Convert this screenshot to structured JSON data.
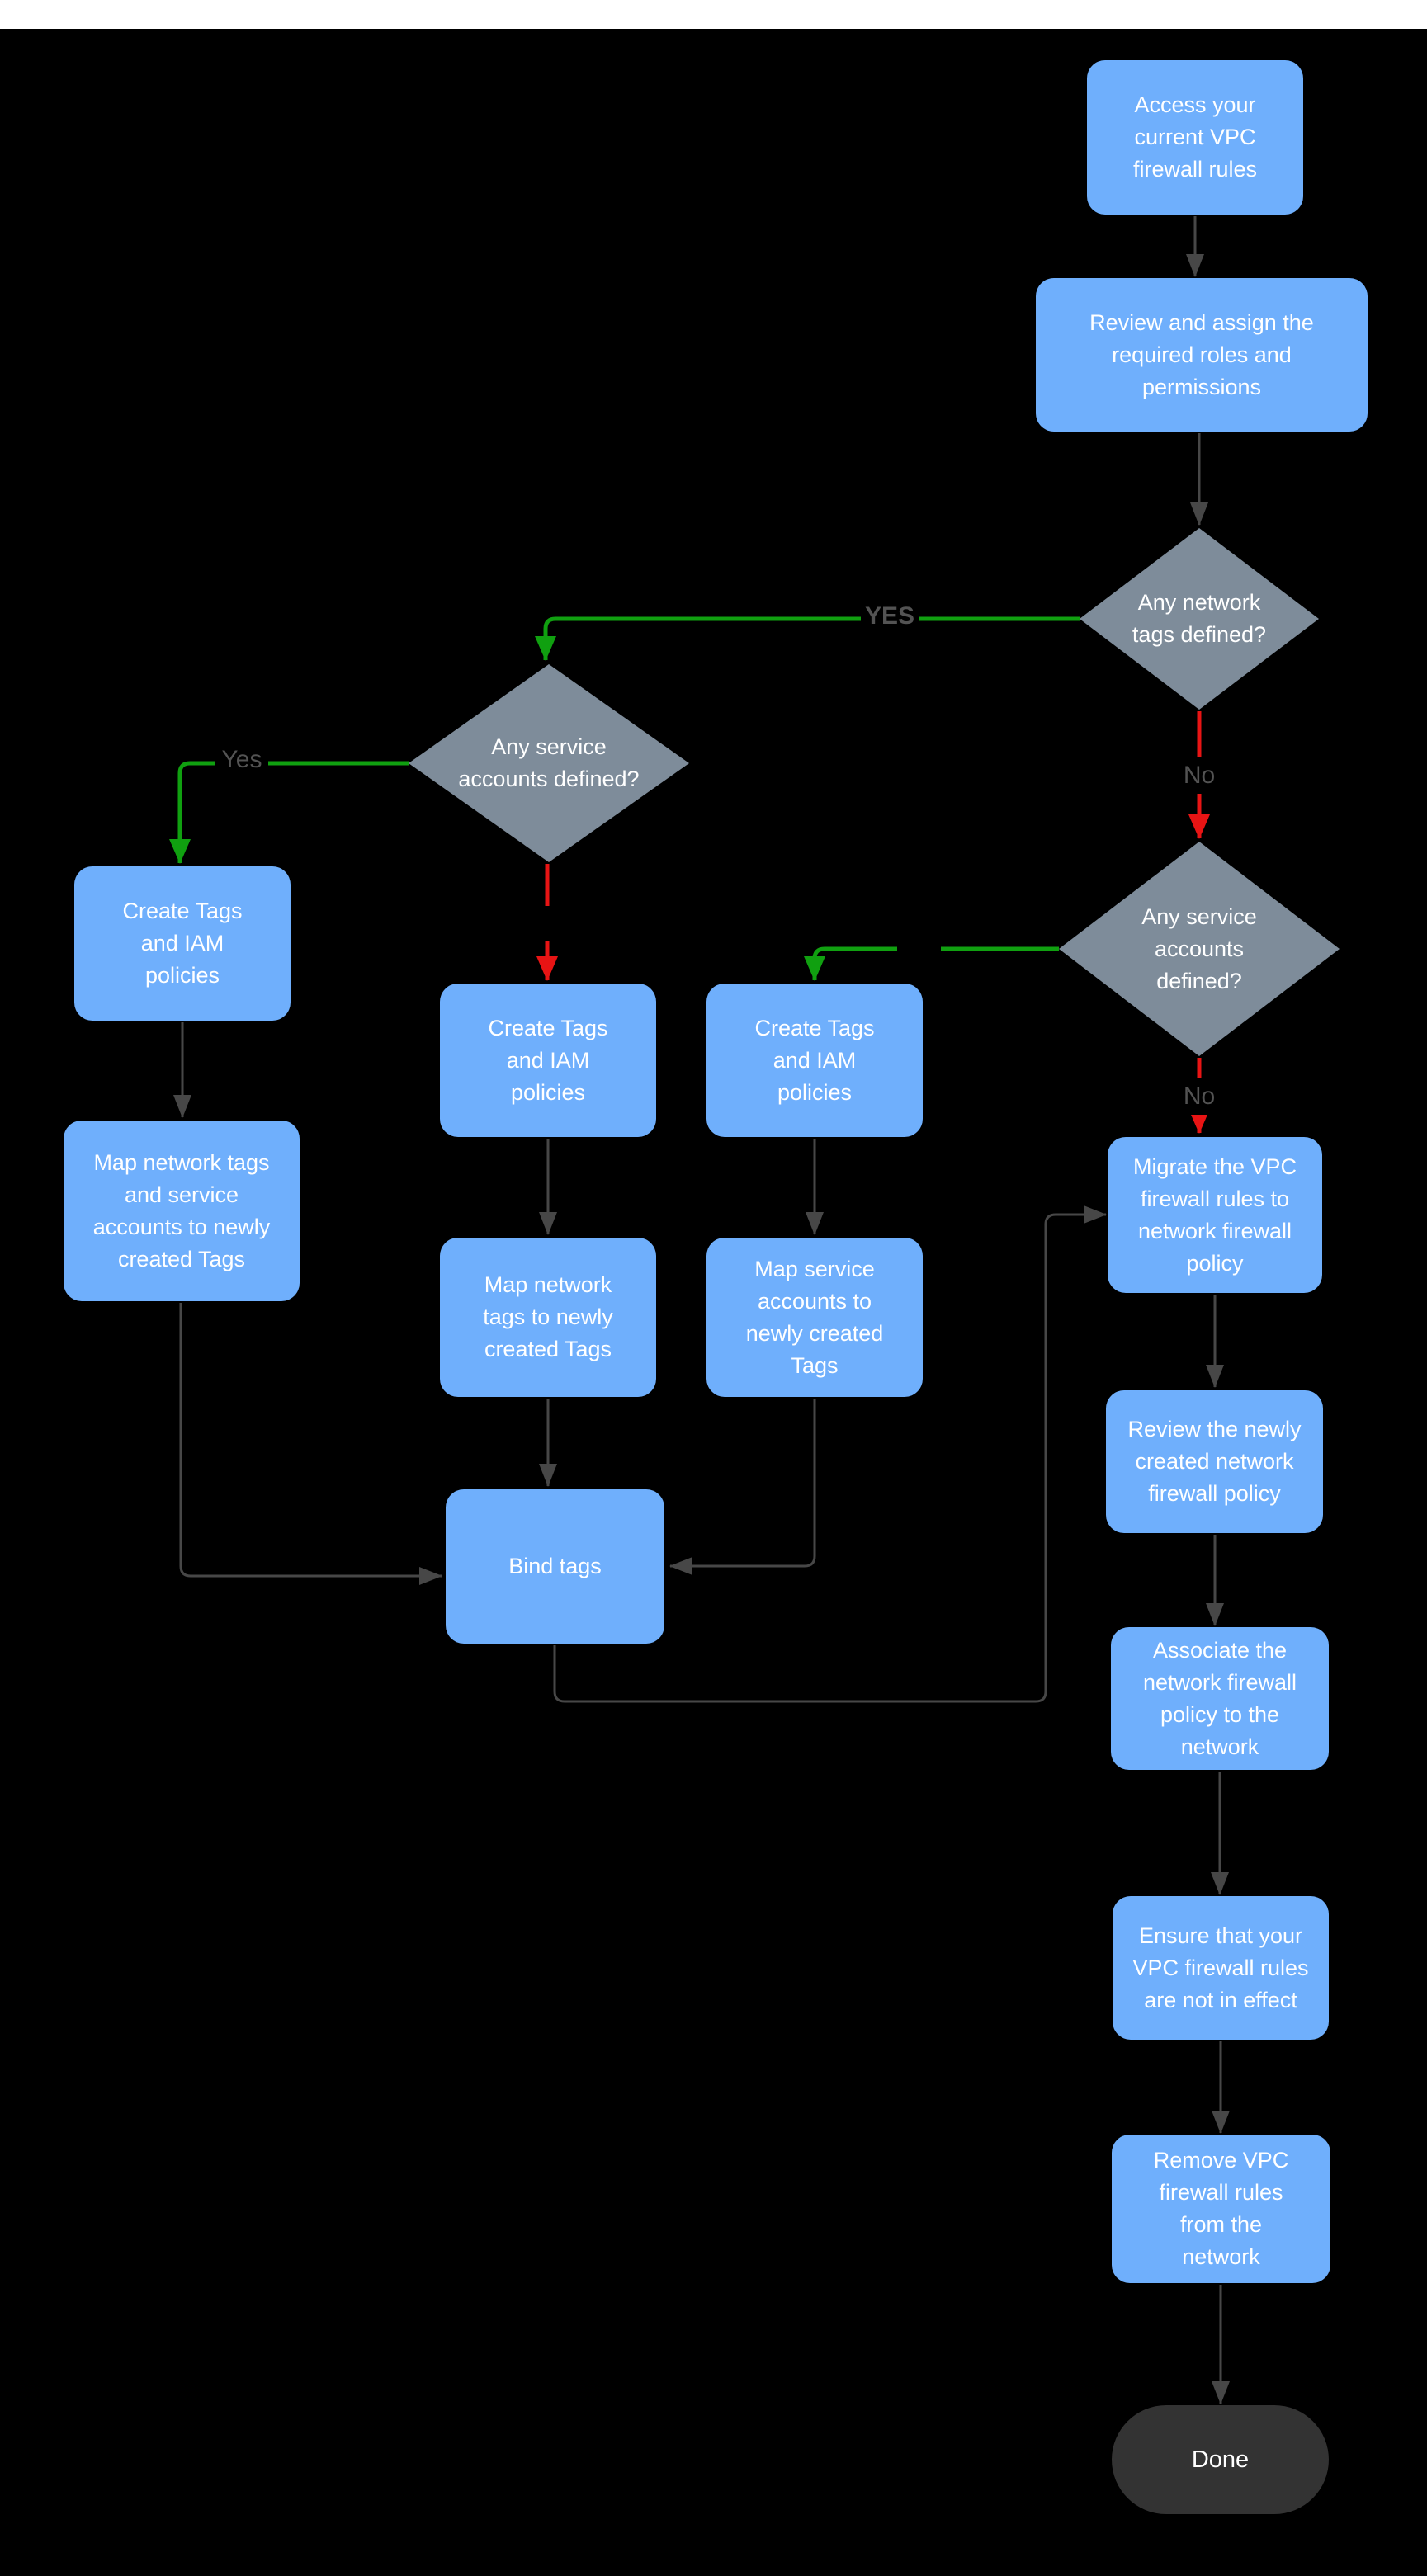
{
  "flowchart": {
    "colors": {
      "background": "#000000",
      "page_margin": "#ffffff",
      "process_fill": "#6FAFFC",
      "decision_fill": "#7E8C9A",
      "terminator_fill": "#333333",
      "node_text": "#ffffff",
      "yes_color": "#10A010",
      "no_color": "#E81414",
      "connector_color": "#474747",
      "edge_label_color": "#535353"
    },
    "nodes": {
      "access": {
        "type": "process",
        "label": "Access your current VPC firewall rules"
      },
      "review_roles": {
        "type": "process",
        "label": "Review and assign the required roles and permissions"
      },
      "any_network_tags": {
        "type": "decision",
        "label": "Any network tags defined?"
      },
      "any_service_accounts_left": {
        "type": "decision",
        "label": "Any service accounts defined?"
      },
      "any_service_accounts_right": {
        "type": "decision",
        "label": "Any service accounts defined?"
      },
      "create_tags_left": {
        "type": "process",
        "label": "Create Tags and IAM policies"
      },
      "create_tags_middle": {
        "type": "process",
        "label": "Create Tags and IAM policies"
      },
      "create_tags_right": {
        "type": "process",
        "label": "Create Tags and IAM policies"
      },
      "map_network_service": {
        "type": "process",
        "label": "Map network tags and service accounts to newly created Tags"
      },
      "map_network": {
        "type": "process",
        "label": "Map network tags to newly created Tags"
      },
      "map_service": {
        "type": "process",
        "label": "Map service accounts  to newly created Tags"
      },
      "bind_tags": {
        "type": "process",
        "label": "Bind tags"
      },
      "migrate": {
        "type": "process",
        "label": "Migrate the VPC firewall rules to network firewall policy"
      },
      "review_policy": {
        "type": "process",
        "label": "Review the newly created network firewall policy"
      },
      "associate_policy": {
        "type": "process",
        "label": "Associate the network firewall policy to the network"
      },
      "ensure_rules": {
        "type": "process",
        "label": "Ensure that your VPC firewall rules are not in effect"
      },
      "remove_rules": {
        "type": "process",
        "label": "Remove  VPC firewall rules from the network"
      },
      "done": {
        "type": "terminator",
        "label": "Done"
      }
    },
    "edge_labels": {
      "yes_upper": "YES",
      "no_upper": "No",
      "yes_lower": "Yes",
      "no_lower": "No"
    }
  }
}
